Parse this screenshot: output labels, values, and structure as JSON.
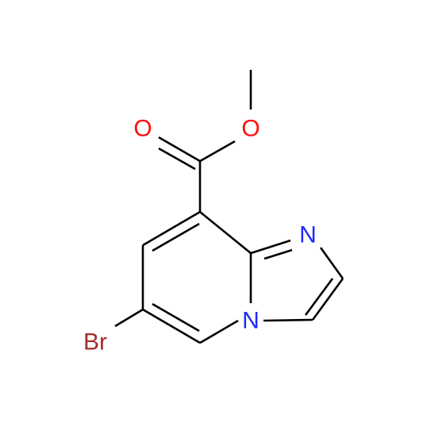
{
  "molecule": {
    "atoms": {
      "oxygen_carbonyl": {
        "label": "O",
        "color": "#ff0d0d"
      },
      "oxygen_ester": {
        "label": "O",
        "color": "#ff0d0d"
      },
      "nitrogen_imine": {
        "label": "N",
        "color": "#1e28ff"
      },
      "nitrogen_bridge": {
        "label": "N",
        "color": "#1e28ff"
      },
      "bromine": {
        "label": "Br",
        "color": "#a52a2a"
      }
    },
    "bond_color": "#000000"
  }
}
